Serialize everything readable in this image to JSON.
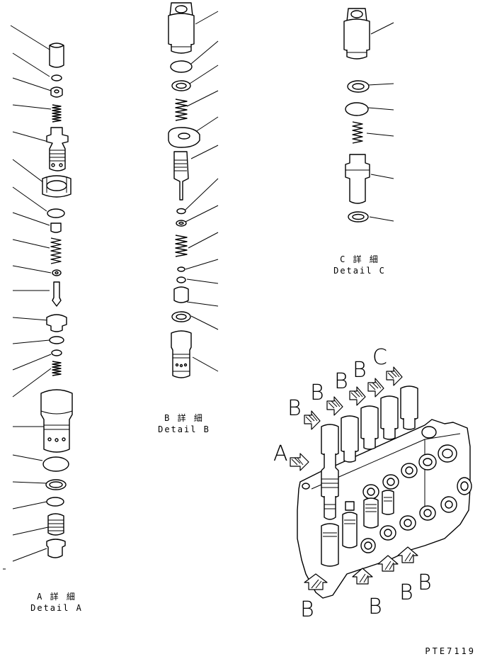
{
  "captions": {
    "detail_a": {
      "jp": "A 詳 細",
      "en": "Detail A"
    },
    "detail_b": {
      "jp": "B 詳 細",
      "en": "Detail B"
    },
    "detail_c": {
      "jp": "C 詳 細",
      "en": "Detail C"
    }
  },
  "view_letters": [
    "B",
    "B",
    "B",
    "B",
    "C",
    "A",
    "B",
    "B",
    "B",
    "B"
  ],
  "drawing_code": "PTE7119"
}
